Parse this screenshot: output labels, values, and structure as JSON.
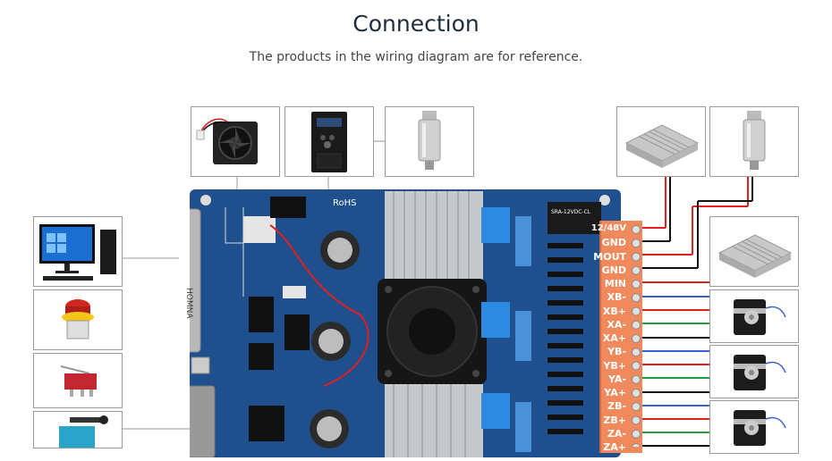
{
  "header": {
    "title": "Connection",
    "subtitle": "The products in the wiring diagram are for reference."
  },
  "board": {
    "label": "RoHS",
    "relay_label": "SRA-12VDC-CL",
    "brand": "HOMNA"
  },
  "terminal_pins": [
    {
      "label": "12/48V"
    },
    {
      "label": "GND"
    },
    {
      "label": "MOUT"
    },
    {
      "label": "GND"
    },
    {
      "label": "MIN"
    },
    {
      "label": "XB-"
    },
    {
      "label": "XB+"
    },
    {
      "label": "XA-"
    },
    {
      "label": "XA+"
    },
    {
      "label": "YB-"
    },
    {
      "label": "YB+"
    },
    {
      "label": "YA-"
    },
    {
      "label": "YA+"
    },
    {
      "label": "ZB-"
    },
    {
      "label": "ZB+"
    },
    {
      "label": "ZA-"
    },
    {
      "label": "ZA+"
    }
  ],
  "wire_colors": {
    "red": "#e02020",
    "black": "#111111",
    "blue": "#3a5fd0",
    "green": "#1fa040",
    "gray": "#555555"
  },
  "icons": [
    "fan-icon",
    "inverter-icon",
    "spindle-icon",
    "power-supply-icon",
    "computer-icon",
    "estop-icon",
    "limit-switch-icon",
    "stepper-motor-icon"
  ]
}
